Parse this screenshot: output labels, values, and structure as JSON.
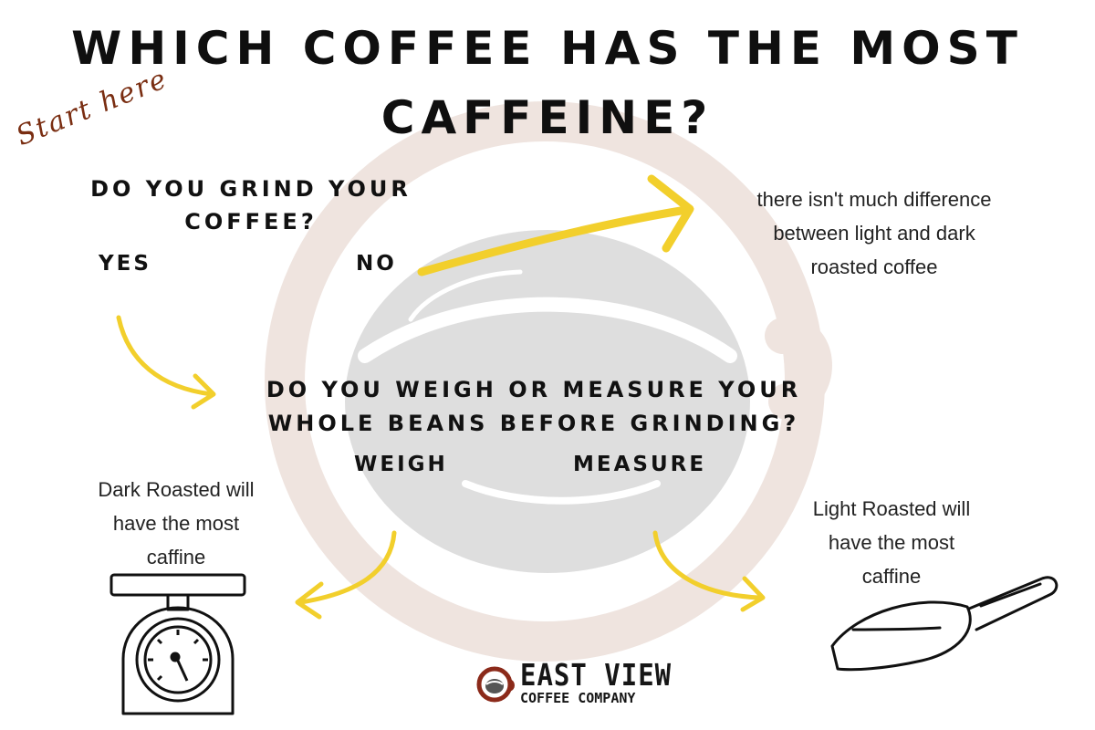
{
  "title": {
    "line1": "WHICH COFFEE HAS THE MOST",
    "line2": "CAFFEINE?"
  },
  "start_label": "Start here",
  "question1": {
    "line1": "DO YOU GRIND YOUR",
    "line2": "COFFEE?",
    "yes": "YES",
    "no": "NO"
  },
  "question2": {
    "line1": "DO YOU WEIGH OR MEASURE YOUR",
    "line2": "WHOLE BEANS BEFORE GRINDING?",
    "weigh": "WEIGH",
    "measure": "MEASURE"
  },
  "outcome_no": {
    "line1": "there isn't much difference",
    "line2": "between light and dark",
    "line3": "roasted coffee"
  },
  "outcome_weigh": {
    "line1": "Dark Roasted will",
    "line2": "have the most",
    "line3": "caffine"
  },
  "outcome_measure": {
    "line1": "Light Roasted will",
    "line2": "have the most",
    "line3": "caffine"
  },
  "brand": {
    "line1": "EAST VIEW",
    "line2": "COFFEE COMPANY"
  },
  "icons": [
    "kitchen-scale-icon",
    "coffee-scoop-icon",
    "coffee-cup-logo-icon"
  ],
  "colors": {
    "arrow": "#f2cf2c",
    "start_text": "#7a2e12",
    "logo_ring": "#efe4df",
    "logo_bean": "#d9d9d9",
    "brand_red": "#8b2a1a"
  }
}
